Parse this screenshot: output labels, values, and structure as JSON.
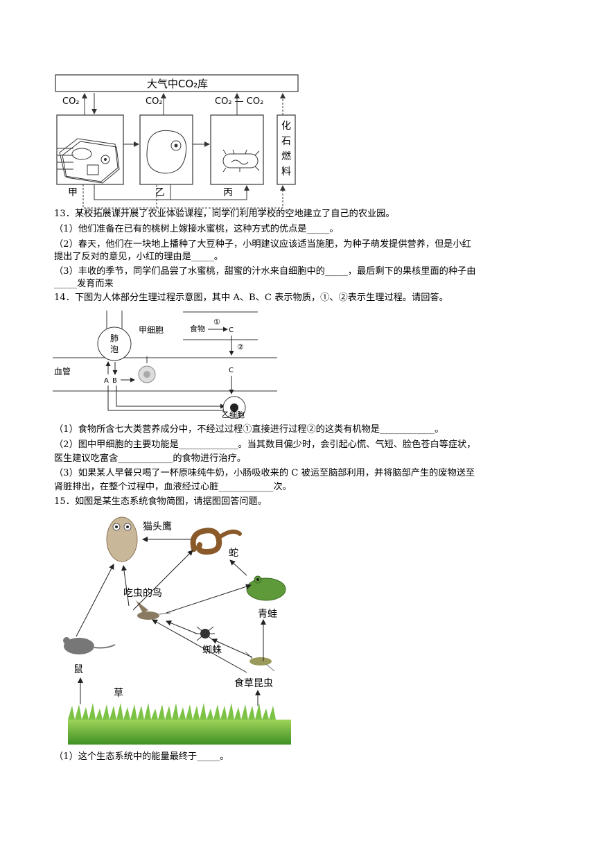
{
  "carbon_figure": {
    "box_title": "大气中CO₂库",
    "co2": "CO₂",
    "co2_pair": "CO₂ — CO₂",
    "fossil_fuel": [
      "化",
      "石",
      "燃",
      "料"
    ],
    "labels": {
      "jia": "甲",
      "yi": "乙",
      "bing": "丙"
    }
  },
  "q13": {
    "intro": "13．某校拓展课开展了农业体验课程，同学们利用学校的空地建立了自己的农业园。",
    "p1": "（1）他们准备在已有的桃树上嫁接水蜜桃，这种方式的优点是_____。",
    "p2a": "（2）春天，他们在一块地上播种了大豆种子，小明建议应该适当施肥，为种子萌发提供营养，但是小红",
    "p2b": "提出了反对的意见，小红的理由是_____。",
    "p3a": "（3）丰收的季节，同学们品尝了水蜜桃，甜蜜的汁水来自细胞中的_____，最后剩下的果核里面的种子由",
    "p3b": "_____发育而来"
  },
  "q14": {
    "intro": "14．下图为人体部分生理过程示意图，其中 A、B、C 表示物质，①、②表示生理过程。请回答。",
    "figure": {
      "alveolus": [
        "肺",
        "泡"
      ],
      "cell_jia": "甲细胞",
      "vessel": "血管",
      "food": "食物",
      "step1": "①",
      "step2": "②",
      "c": "C",
      "a": "A",
      "b": "B",
      "cell_yi": "乙细胞"
    },
    "p1": "（1）食物所含七大类营养成分中，不经过过程①直接进行过程②的这类有机物是____________。",
    "p2a": "（2）图中甲细胞的主要功能是_____________。当其数目偏少时，会引起心慌、气短、脸色苍白等症状，",
    "p2b": "医生建议吃富含____________的食物进行治疗。",
    "p3a": "（3）如果某人早餐只喝了一杯原味纯牛奶，小肠吸收来的 C 被运至脑部利用，并将脑部产生的废物送至",
    "p3b": "肾脏排出，在整个过程中，血液经过心脏____________次。"
  },
  "q15": {
    "intro": "15．如图是某生态系统食物简图，请据图回答问题。",
    "figure": {
      "owl": "猫头鹰",
      "snake": "蛇",
      "bird": "吃虫的鸟",
      "frog": "青蛙",
      "spider": "蜘蛛",
      "mouse": "鼠",
      "grass": "草",
      "insect": "食草昆虫"
    },
    "p1": "（1）这个生态系统中的能量最终于_____。"
  }
}
